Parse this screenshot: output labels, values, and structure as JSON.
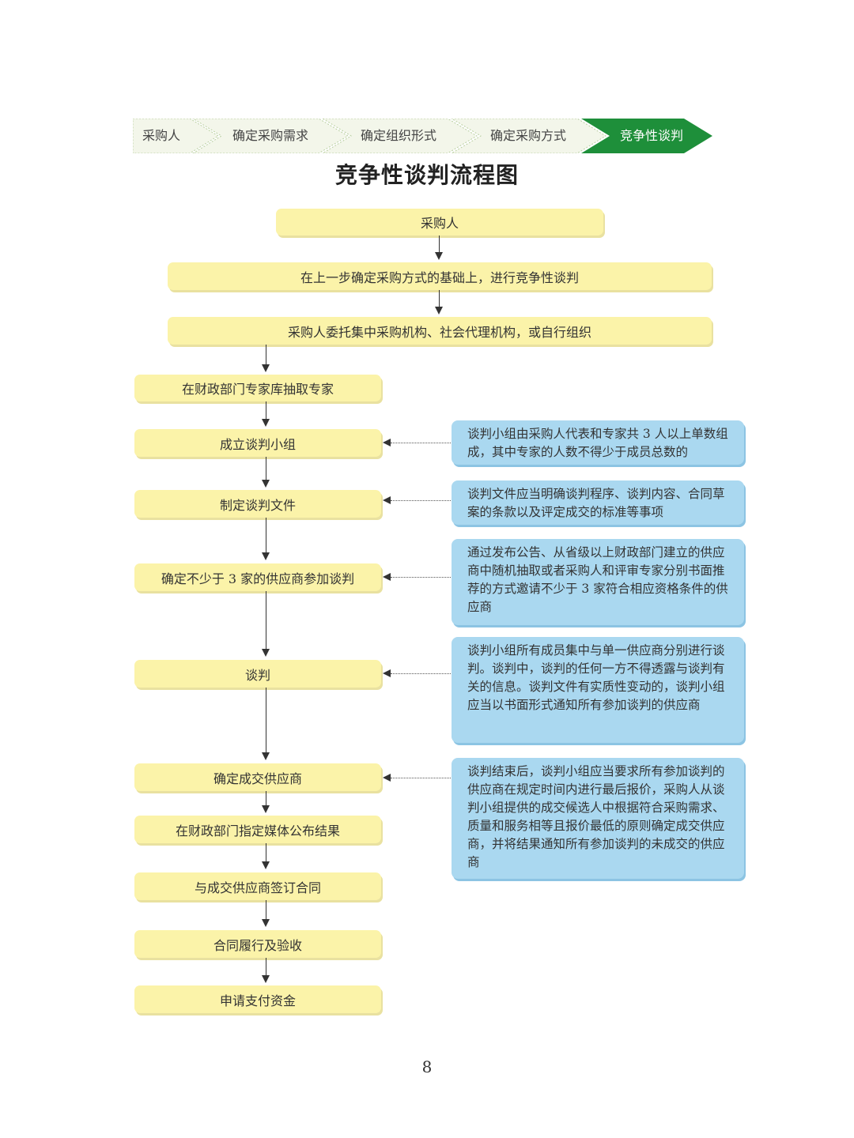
{
  "breadcrumb": {
    "steps": [
      "采购人",
      "确定采购需求",
      "确定组织形式",
      "确定采购方式",
      "竞争性谈判"
    ],
    "active_color": "#1e8f3a",
    "inactive_color": "#f3f6ea"
  },
  "title": "竞争性谈判流程图",
  "flow": {
    "top_steps": [
      "采购人",
      "在上一步确定采购方式的基础上，进行竞争性谈判",
      "采购人委托集中采购机构、社会代理机构，或自行组织"
    ],
    "steps": [
      "在财政部门专家库抽取专家",
      "成立谈判小组",
      "制定谈判文件",
      "确定不少于 3 家的供应商参加谈判",
      "谈判",
      "确定成交供应商",
      "在财政部门指定媒体公布结果",
      "与成交供应商签订合同",
      "合同履行及验收",
      "申请支付资金"
    ],
    "notes": [
      "谈判小组由采购人代表和专家共 3 人以上单数组成，其中专家的人数不得少于成员总数的",
      "谈判文件应当明确谈判程序、谈判内容、合同草案的条款以及评定成交的标准等事项",
      "通过发布公告、从省级以上财政部门建立的供应商中随机抽取或者采购人和评审专家分别书面推荐的方式邀请不少于 3 家符合相应资格条件的供应商",
      "谈判小组所有成员集中与单一供应商分别进行谈判。谈判中，谈判的任何一方不得透露与谈判有关的信息。谈判文件有实质性变动的，谈判小组应当以书面形式通知所有参加谈判的供应商",
      "谈判结束后，谈判小组应当要求所有参加谈判的供应商在规定时间内进行最后报价，采购人从谈判小组提供的成交候选人中根据符合采购需求、质量和服务相等且报价最低的原则确定成交供应商，并将结果通知所有参加谈判的未成交的供应商"
    ],
    "step_color": "#fbf3a9",
    "note_color": "#aad8f0"
  },
  "page_number": "8"
}
